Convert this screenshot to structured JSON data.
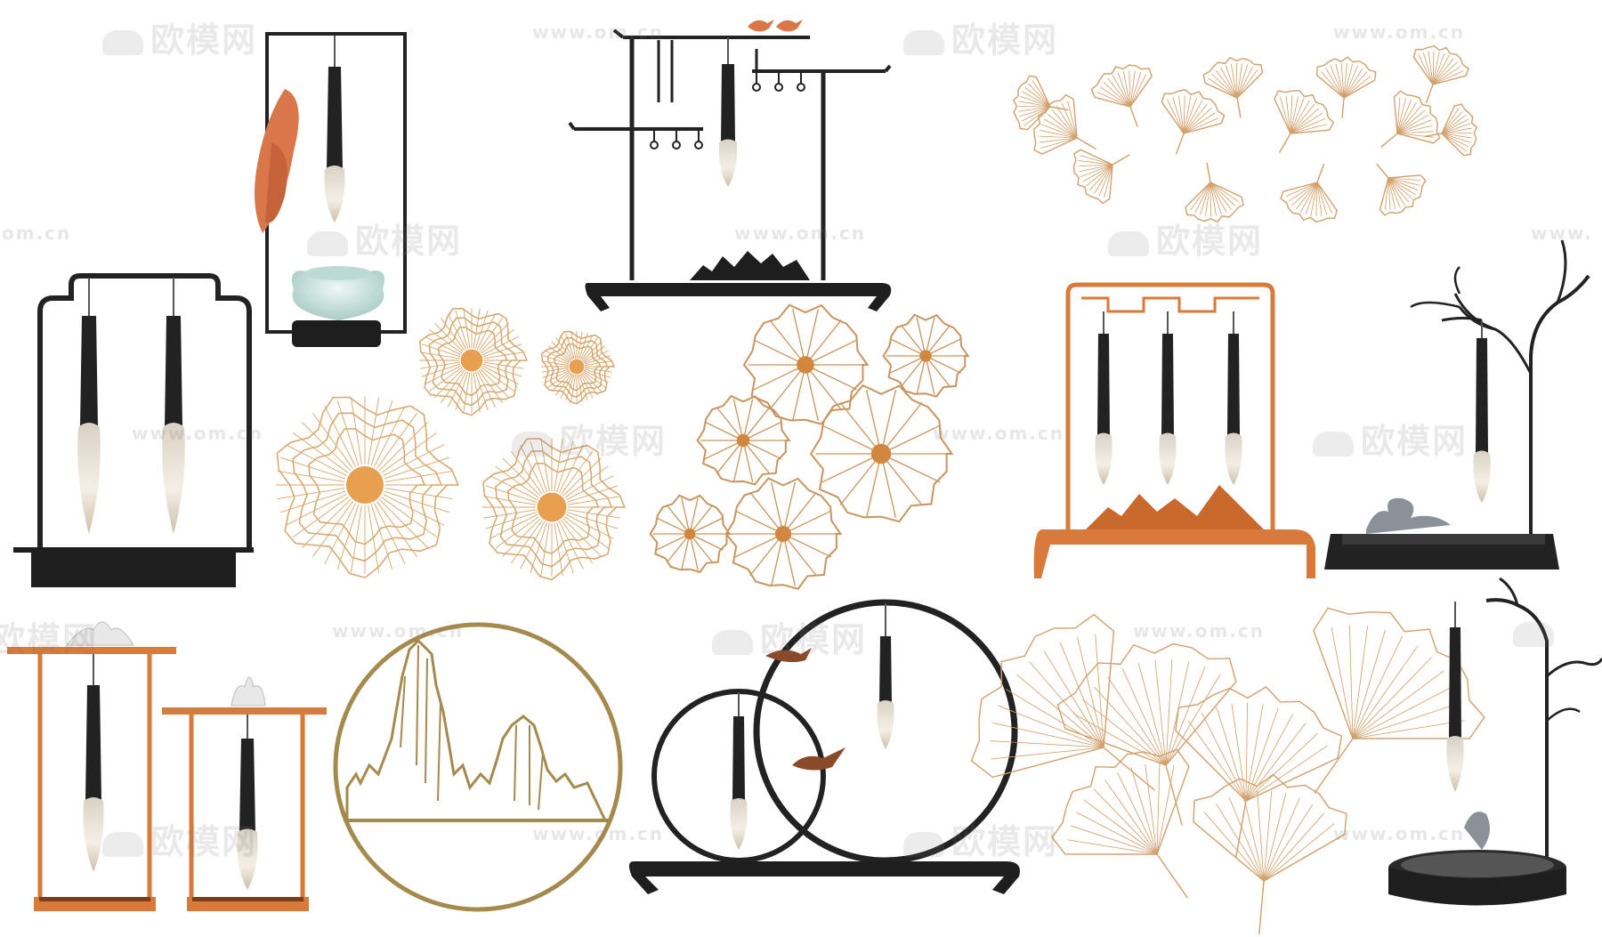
{
  "watermark": {
    "logo_text": "欧模网",
    "url_text": "www.om.cn",
    "url_short": "om.cn",
    "url_partial": "www."
  },
  "colors": {
    "black": "#1e1e1e",
    "orange": "#d77a3a",
    "tan": "#d2a06b",
    "gold": "#a58a4e",
    "brush_tip": "#f1ece2",
    "celadon": "#cfe6e1"
  },
  "icons": [
    "cloud-logo-icon"
  ]
}
